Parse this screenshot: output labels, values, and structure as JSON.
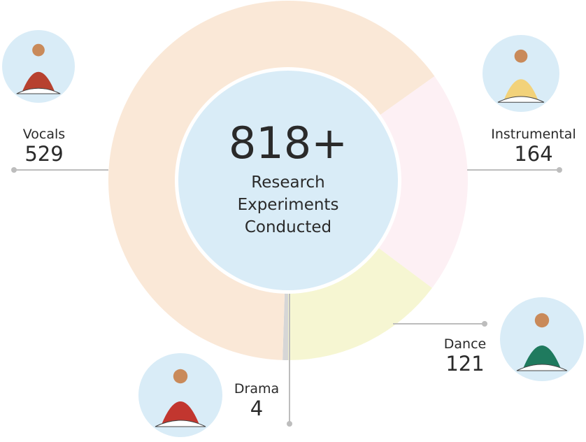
{
  "chart_data": {
    "type": "pie",
    "variant": "donut",
    "total_label": "818+",
    "center_text": [
      "Research",
      "Experiments",
      "Conducted"
    ],
    "slices": [
      {
        "name": "Vocals",
        "value": 529,
        "color": "#fae8d7",
        "icon": "singer-illustration"
      },
      {
        "name": "Instrumental",
        "value": 164,
        "color": "#fdf0f4",
        "icon": "sitar-player-illustration"
      },
      {
        "name": "Dance",
        "value": 121,
        "color": "#f6f6d2",
        "icon": "dancer-illustration"
      },
      {
        "name": "Drama",
        "value": 4,
        "color": "#d6d6d6",
        "icon": "actress-clapperboard-illustration"
      }
    ],
    "center_color": "#d9ecf7",
    "leader_color": "#bdbdbd"
  }
}
